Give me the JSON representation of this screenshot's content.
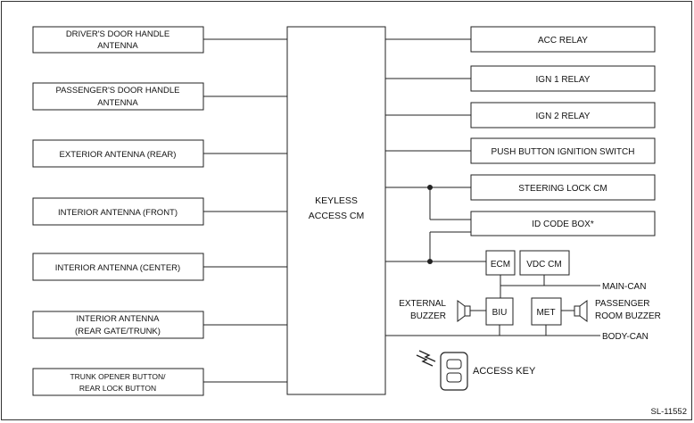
{
  "left_inputs": [
    {
      "lines": [
        "DRIVER'S DOOR HANDLE",
        "ANTENNA"
      ]
    },
    {
      "lines": [
        "PASSENGER'S DOOR HANDLE",
        "ANTENNA"
      ]
    },
    {
      "lines": [
        "EXTERIOR ANTENNA (REAR)"
      ]
    },
    {
      "lines": [
        "INTERIOR ANTENNA (FRONT)"
      ]
    },
    {
      "lines": [
        "INTERIOR ANTENNA (CENTER)"
      ]
    },
    {
      "lines": [
        "INTERIOR ANTENNA",
        "(REAR GATE/TRUNK)"
      ]
    },
    {
      "lines": [
        "TRUNK OPENER BUTTON/",
        "REAR LOCK BUTTON"
      ]
    }
  ],
  "center_module": {
    "lines": [
      "KEYLESS",
      "ACCESS CM"
    ]
  },
  "right_outputs": [
    {
      "label": "ACC RELAY"
    },
    {
      "label": "IGN 1 RELAY"
    },
    {
      "label": "IGN 2 RELAY"
    },
    {
      "label": "PUSH BUTTON IGNITION SWITCH"
    },
    {
      "label": "STEERING LOCK CM"
    },
    {
      "label": "ID CODE BOX*"
    }
  ],
  "can_modules": {
    "ecm": "ECM",
    "vdc": "VDC CM",
    "biu": "BIU",
    "met": "MET"
  },
  "buses": {
    "main_can": "MAIN-CAN",
    "body_can": "BODY-CAN"
  },
  "buzzers": {
    "external": [
      "EXTERNAL",
      "BUZZER"
    ],
    "passenger": [
      "PASSENGER",
      "ROOM BUZZER"
    ]
  },
  "access_key_label": "ACCESS KEY",
  "figure_id": "SL-11552",
  "colors": {
    "line": "#222222",
    "background": "#ffffff"
  }
}
